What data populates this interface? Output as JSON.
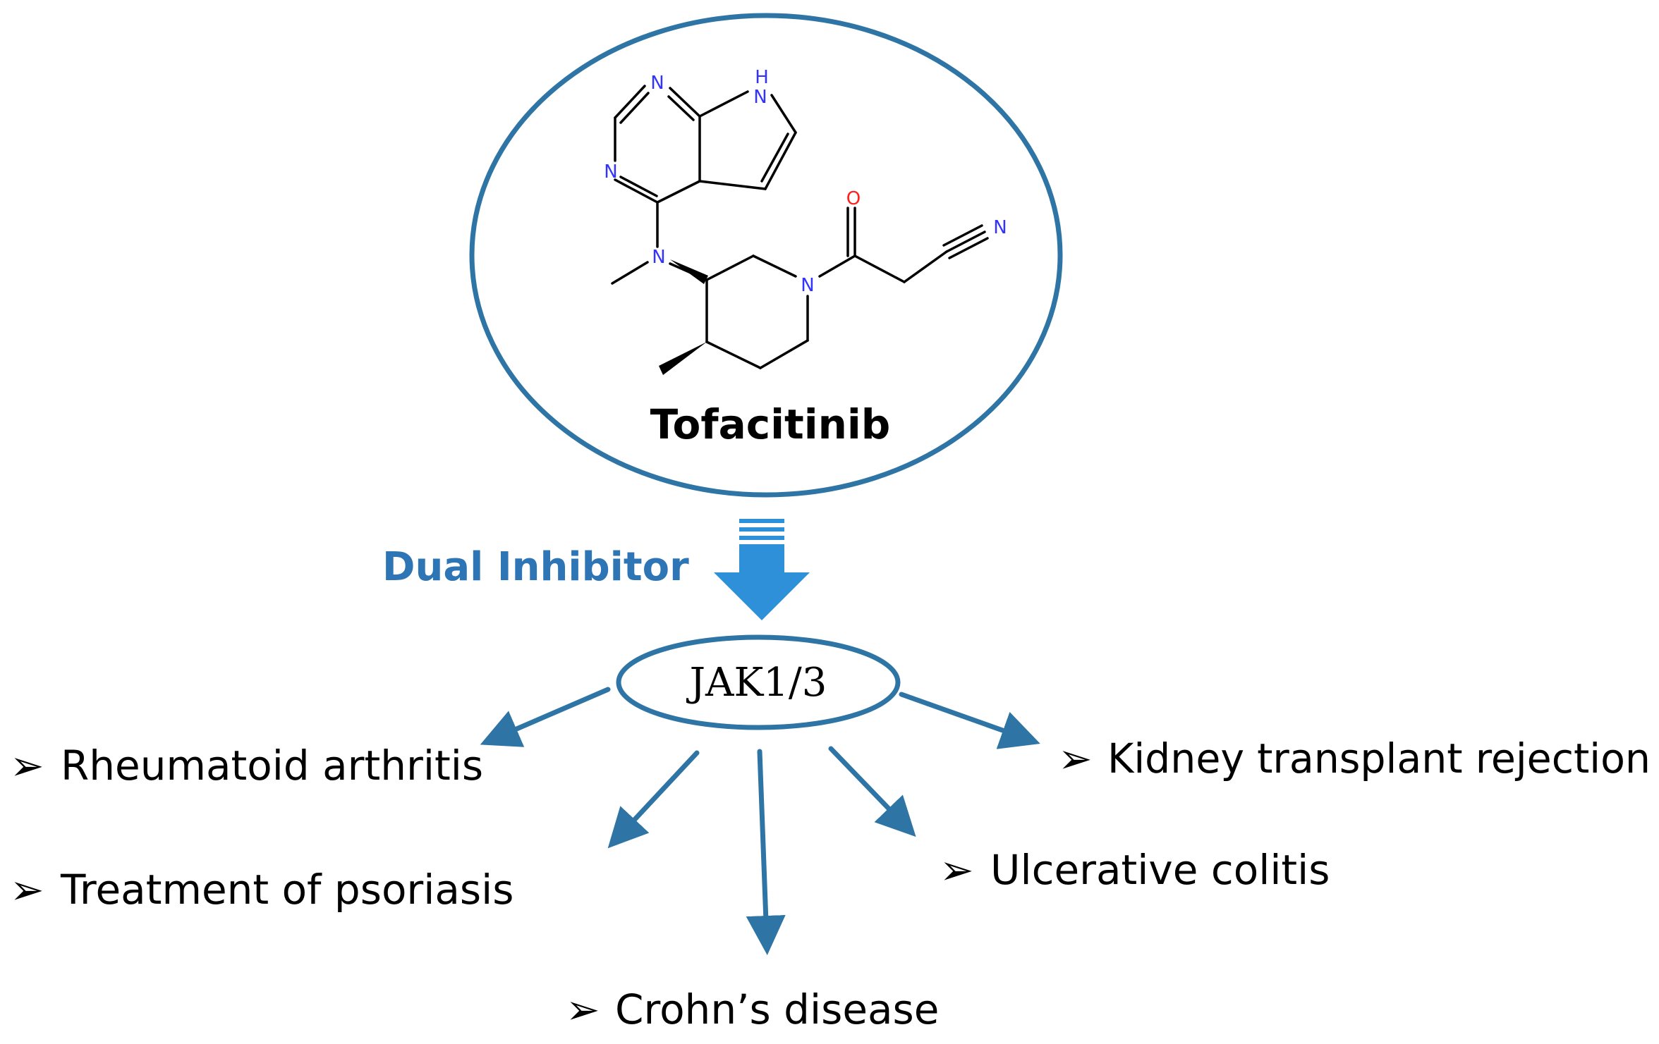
{
  "drug": {
    "name": "Tofacitinib",
    "atoms": {
      "N1": "N",
      "N2": "N",
      "NH": "H",
      "NH_N": "N",
      "N_amine": "N",
      "N_ring": "N",
      "O": "O",
      "N_nitrile": "N"
    }
  },
  "mechanism_label": "Dual Inhibitor",
  "target": "JAK1/3",
  "bullet_glyph": "➢",
  "indications": [
    {
      "label": "Rheumatoid arthritis"
    },
    {
      "label": "Treatment of psoriasis"
    },
    {
      "label": "Crohn’s disease"
    },
    {
      "label": "Ulcerative colitis"
    },
    {
      "label": "Kidney transplant rejection"
    }
  ],
  "colors": {
    "accent": "#2E75A6",
    "arrow_fill": "#2E90D9",
    "label_blue": "#2E75B6",
    "nitrogen": "#3333FF",
    "oxygen": "#FF2020",
    "text": "#000000"
  }
}
